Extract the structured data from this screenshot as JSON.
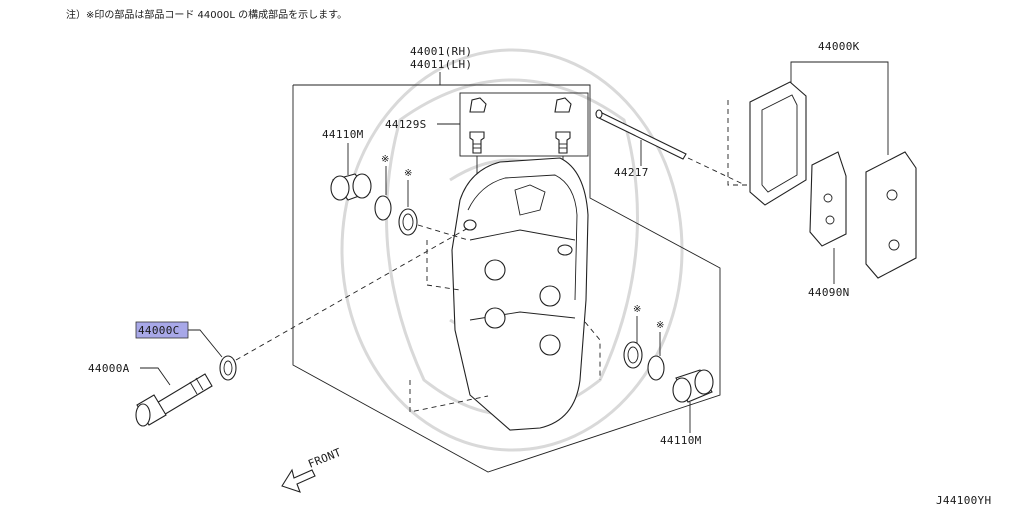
{
  "note": "注）※印の部品は部品コード 44000L の構成部品を示します。",
  "diagram_code": "J44100YH",
  "front_label": "FRONT",
  "star_mark": "※",
  "highlight_color": "#a8a8e8",
  "labels": {
    "caliper_rh": "44001(RH)",
    "caliper_lh": "44011(LH)",
    "bleeder": "44129S",
    "piston_top": "44110M",
    "piston_bottom": "44110M",
    "pad_kit": "44000K",
    "pin": "44217",
    "anti_squeal": "44090N",
    "washer": "44000C",
    "bolt": "44000A"
  }
}
